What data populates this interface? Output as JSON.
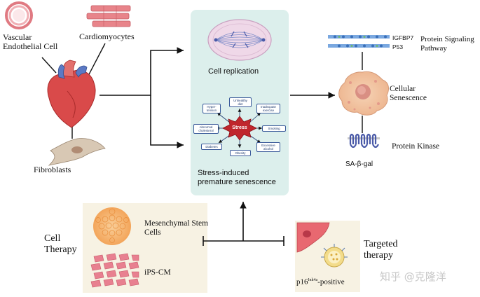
{
  "labels": {
    "vascular_endothelial": "Vascular\nEndothelial Cell",
    "cardiomyocytes": "Cardiomyocytes",
    "fibroblasts": "Fibroblasts",
    "cell_replication": "Cell replication",
    "stress_induced": "Stress-induced\npremature senescence",
    "stress": "Stress",
    "igfbp7": "IGFBP7",
    "p53": "P53",
    "protein_signaling": "Protein Signaling\nPathway",
    "cellular_senescence": "Cellular\nSenescence",
    "protein_kinase": "Protein Kinase",
    "sa_beta_gal": "SA-β-gal",
    "mesenchymal": "Mesenchymal Stem\nCells",
    "ips_cm": "iPS-CM",
    "cell_therapy": "Cell\nTherapy",
    "targeted_therapy": "Targeted\ntherapy",
    "p16_main": "p16",
    "p16_sup": "Ink4a",
    "p16_suffix": "-positive",
    "watermark": "知乎 @克隆洋"
  },
  "stress_factors": [
    {
      "id": "hypertension",
      "text": "Hyper-\ntension"
    },
    {
      "id": "unhealthy-diet",
      "text": "Unhealthy\ndiet"
    },
    {
      "id": "inadequate-exercise",
      "text": "Inadequate\nexercise"
    },
    {
      "id": "abnormal-cholesterol",
      "text": "Abnormal\ncholesterol"
    },
    {
      "id": "smoking",
      "text": "Smoking"
    },
    {
      "id": "diabetes",
      "text": "Diabetes"
    },
    {
      "id": "obesity",
      "text": "Obesity"
    },
    {
      "id": "excessive-alcohol",
      "text": "Excessive\nalcohol"
    }
  ],
  "colors": {
    "panel_teal": "#dcefec",
    "panel_cream": "#f7f2e3",
    "stress_red": "#c0272d",
    "heart_red": "#d94a4a",
    "senescent_cell": "#f2c8a8",
    "msc_orange": "#f5b070",
    "ips_pink": "#e88090"
  },
  "icons": [
    "vascular-cell-icon",
    "cardiomyocyte-icon",
    "heart-icon",
    "fibroblast-icon",
    "mitosis-icon",
    "stress-burst-icon",
    "dna-strand-icon",
    "senescent-cell-icon",
    "protein-kinase-icon",
    "msc-cluster-icon",
    "ips-cm-grid-icon",
    "targeted-cell-icon",
    "nanoparticle-icon"
  ]
}
